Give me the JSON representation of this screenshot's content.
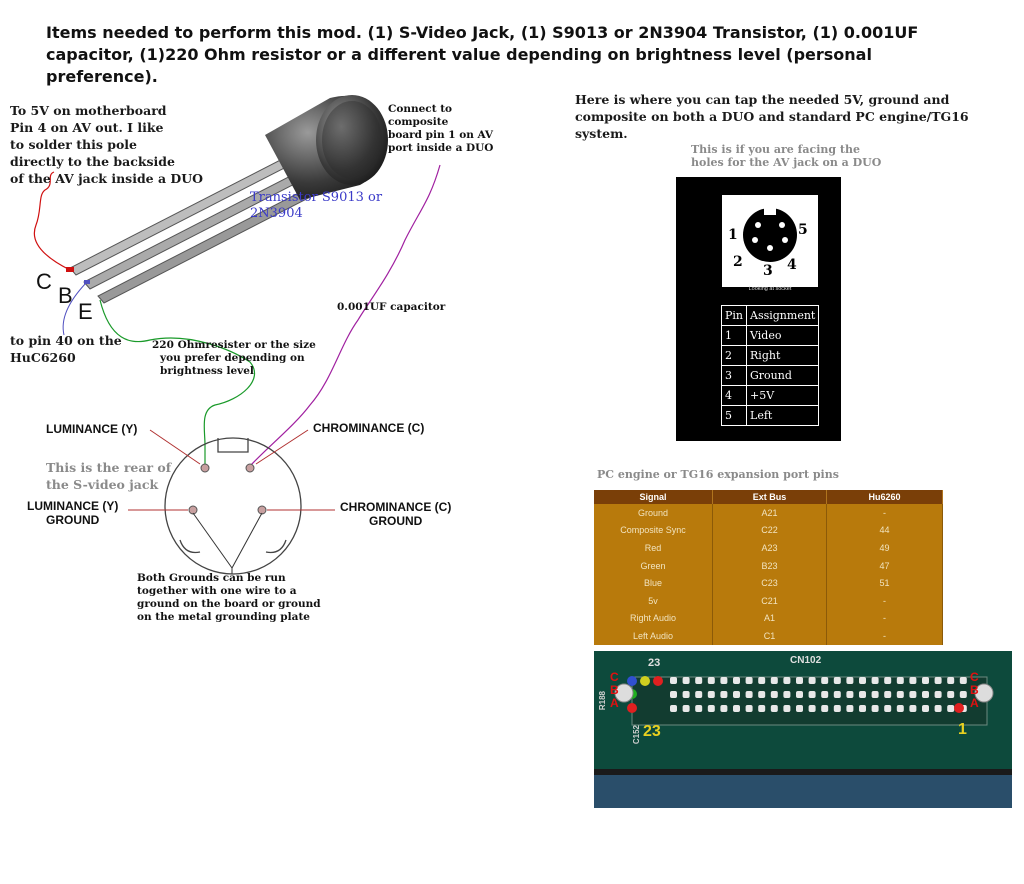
{
  "title": {
    "line1": "Items needed to perform this mod. (1) S-Video Jack, (1) S9013 or 2N3904 Transistor, (1) 0.001UF",
    "line2": "capacitor, (1)220 Ohm resistor or a different value depending on brightness level (personal preference)."
  },
  "left_notes": {
    "five_volt": [
      "To 5V on motherboard",
      "Pin 4 on AV out. I like",
      "to solder this pole",
      "directly to the backside",
      "of the AV jack inside a DUO"
    ],
    "composite": [
      "Connect to",
      "composite",
      "board pin 1 on AV",
      "port inside a DUO"
    ],
    "transistor": [
      "Transistor S9013 or",
      "2N3904"
    ],
    "pin_c": "C",
    "pin_b": "B",
    "pin_e": "E",
    "pin40": [
      "to pin 40 on the",
      "HuC6260"
    ],
    "capacitor": "0.001UF capacitor",
    "resistor": [
      "220 Ohmresister or the size",
      "you prefer depending on",
      "brightness level"
    ],
    "luminance": "LUMINANCE (Y)",
    "chrominance": "CHROMINANCE (C)",
    "rear": [
      "This is the rear of",
      "the S-video jack"
    ],
    "lum_ground": [
      "LUMINANCE (Y)",
      "GROUND"
    ],
    "chr_ground": [
      "CHROMINANCE (C)",
      "GROUND"
    ],
    "grounds": [
      "Both Grounds can be run",
      "together with one wire to a",
      "ground on the board or ground",
      "on the metal grounding plate"
    ]
  },
  "right_notes": {
    "tap": [
      "Here is where you can tap the needed 5V, ground and",
      "composite on both a DUO and standard PC engine/TG16",
      "system."
    ],
    "facing": [
      "This is if you are facing the",
      "holes for the AV jack on a DUO"
    ],
    "jack_numbers": [
      "1",
      "2",
      "3",
      "4",
      "5"
    ],
    "jack_caption": "Looking at socket",
    "av_table": {
      "headers": [
        "Pin",
        "Assignment"
      ],
      "rows": [
        [
          "1",
          "Video"
        ],
        [
          "2",
          "Right"
        ],
        [
          "3",
          "Ground"
        ],
        [
          "4",
          "+5V"
        ],
        [
          "5",
          "Left"
        ]
      ]
    },
    "expansion_title": "PC engine or TG16 expansion port pins",
    "expansion_table": {
      "headers": [
        "Signal",
        "Ext Bus",
        "Hu6260"
      ],
      "rows": [
        [
          "Ground",
          "A21",
          "-"
        ],
        [
          "Composite Sync",
          "C22",
          "44"
        ],
        [
          "Red",
          "A23",
          "49"
        ],
        [
          "Green",
          "B23",
          "47"
        ],
        [
          "Blue",
          "C23",
          "51"
        ],
        [
          "5v",
          "C21",
          "-"
        ],
        [
          "Right Audio",
          "A1",
          "-"
        ],
        [
          "Left Audio",
          "C1",
          "-"
        ]
      ]
    },
    "board": {
      "label_23_top": "23",
      "label_cn102": "CN102",
      "cba_left": [
        "C",
        "B",
        "A"
      ],
      "cba_right": [
        "C",
        "B",
        "A"
      ],
      "label_23_bottom": "23",
      "label_1": "1",
      "silk_r": "R188",
      "silk_c": "C152"
    }
  },
  "colors": {
    "table_header": "#7a3f08",
    "table_body": "#b87a0c",
    "board_green": "#0d4a3c",
    "wire_red": "#d01010",
    "wire_green": "#1a9a2a",
    "wire_purple": "#a020a0",
    "label_yellow": "#e8d020",
    "label_red": "#e01010"
  }
}
